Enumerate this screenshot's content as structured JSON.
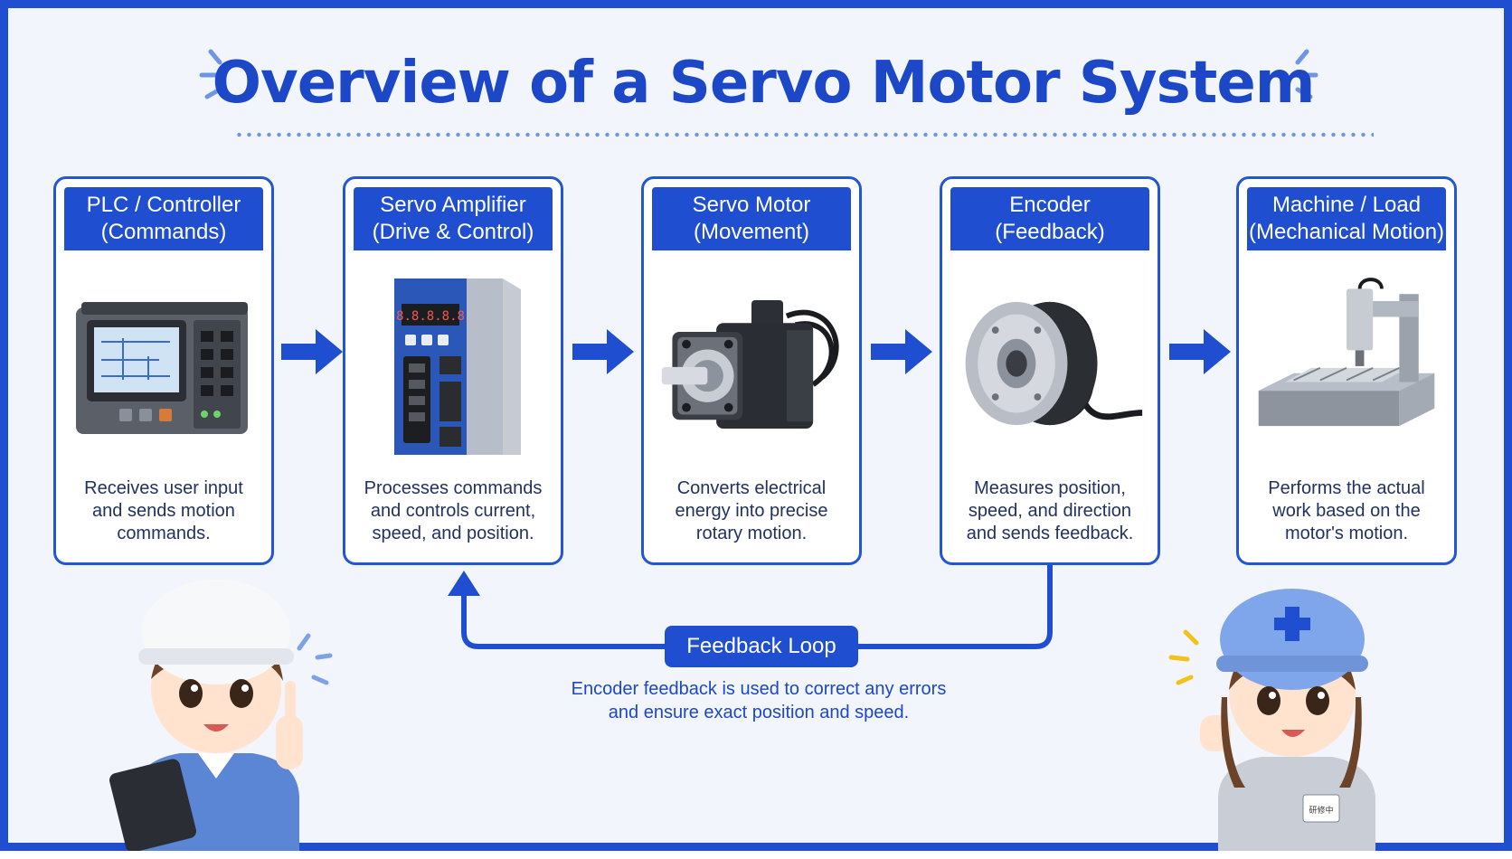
{
  "title": "Overview of a Servo Motor System",
  "colors": {
    "accent": "#1f4fd0",
    "background": "#f2f5fb",
    "text": "#22315f"
  },
  "cards": [
    {
      "id": "plc",
      "icon": "plc-controller-icon",
      "header": [
        "PLC / Controller",
        "(Commands)"
      ],
      "desc": [
        "Receives user input",
        "and sends motion",
        "commands."
      ]
    },
    {
      "id": "amplifier",
      "icon": "servo-amplifier-icon",
      "header": [
        "Servo Amplifier",
        "(Drive & Control)"
      ],
      "desc": [
        "Processes commands",
        "and controls current,",
        "speed, and position."
      ]
    },
    {
      "id": "motor",
      "icon": "servo-motor-icon",
      "header": [
        "Servo Motor",
        "(Movement)"
      ],
      "desc": [
        "Converts electrical",
        "energy into precise",
        "rotary motion."
      ]
    },
    {
      "id": "encoder",
      "icon": "encoder-icon",
      "header": [
        "Encoder",
        "(Feedback)"
      ],
      "desc": [
        "Measures position,",
        "speed, and direction",
        "and sends feedback."
      ]
    },
    {
      "id": "machine",
      "icon": "machine-load-icon",
      "header": [
        "Machine / Load",
        "(Mechanical Motion)"
      ],
      "desc": [
        "Performs the actual",
        "work based on the",
        "motor's motion."
      ]
    }
  ],
  "feedback": {
    "label": "Feedback Loop",
    "note": [
      "Encoder feedback is used to correct any errors",
      "and ensure exact position and speed."
    ]
  },
  "characters": [
    {
      "name": "engineer-boy-icon",
      "badge": ""
    },
    {
      "name": "engineer-girl-icon",
      "badge": "研修中"
    }
  ]
}
